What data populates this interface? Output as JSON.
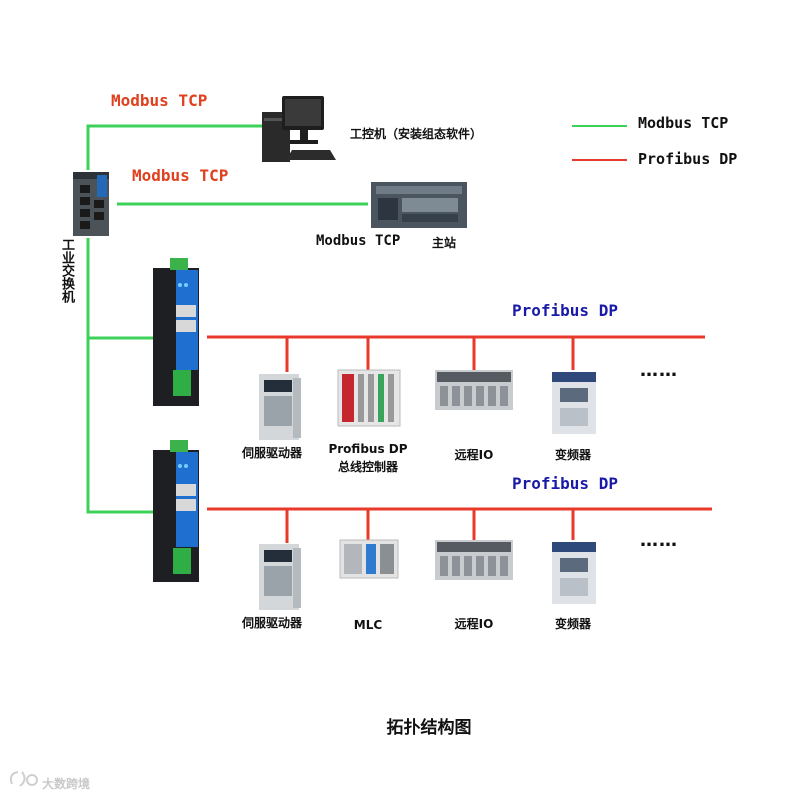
{
  "labels": {
    "modbus_tcp_1": "Modbus TCP",
    "modbus_tcp_2": "Modbus TCP",
    "pc_label": "工控机（安装组态软件）",
    "master_label_a": "Modbus TCP",
    "master_label_b": "主站",
    "switch_label": "工业交换机",
    "profibus_1": "Profibus DP",
    "profibus_2": "Profibus DP",
    "more_1": "……",
    "more_2": "……",
    "diagram_title": "拓扑结构图",
    "watermark": "大数跨境"
  },
  "legend": [
    {
      "label": "Modbus TCP",
      "color": "#3cd25a"
    },
    {
      "label": "Profibus DP",
      "color": "#e83a2a"
    }
  ],
  "bus1_devices": [
    {
      "line1": "伺服驱动器",
      "line2": ""
    },
    {
      "line1": "Profibus DP",
      "line2": "总线控制器"
    },
    {
      "line1": "远程IO",
      "line2": ""
    },
    {
      "line1": "变频器",
      "line2": ""
    }
  ],
  "bus2_devices": [
    {
      "line1": "伺服驱动器",
      "line2": ""
    },
    {
      "line1": "MLC",
      "line2": ""
    },
    {
      "line1": "远程IO",
      "line2": ""
    },
    {
      "line1": "变频器",
      "line2": ""
    }
  ],
  "colors": {
    "modbus_line": "#3cd25a",
    "profibus_line": "#e83a2a",
    "modbus_text": "#e0401e",
    "profibus_text": "#1a1aa8"
  }
}
